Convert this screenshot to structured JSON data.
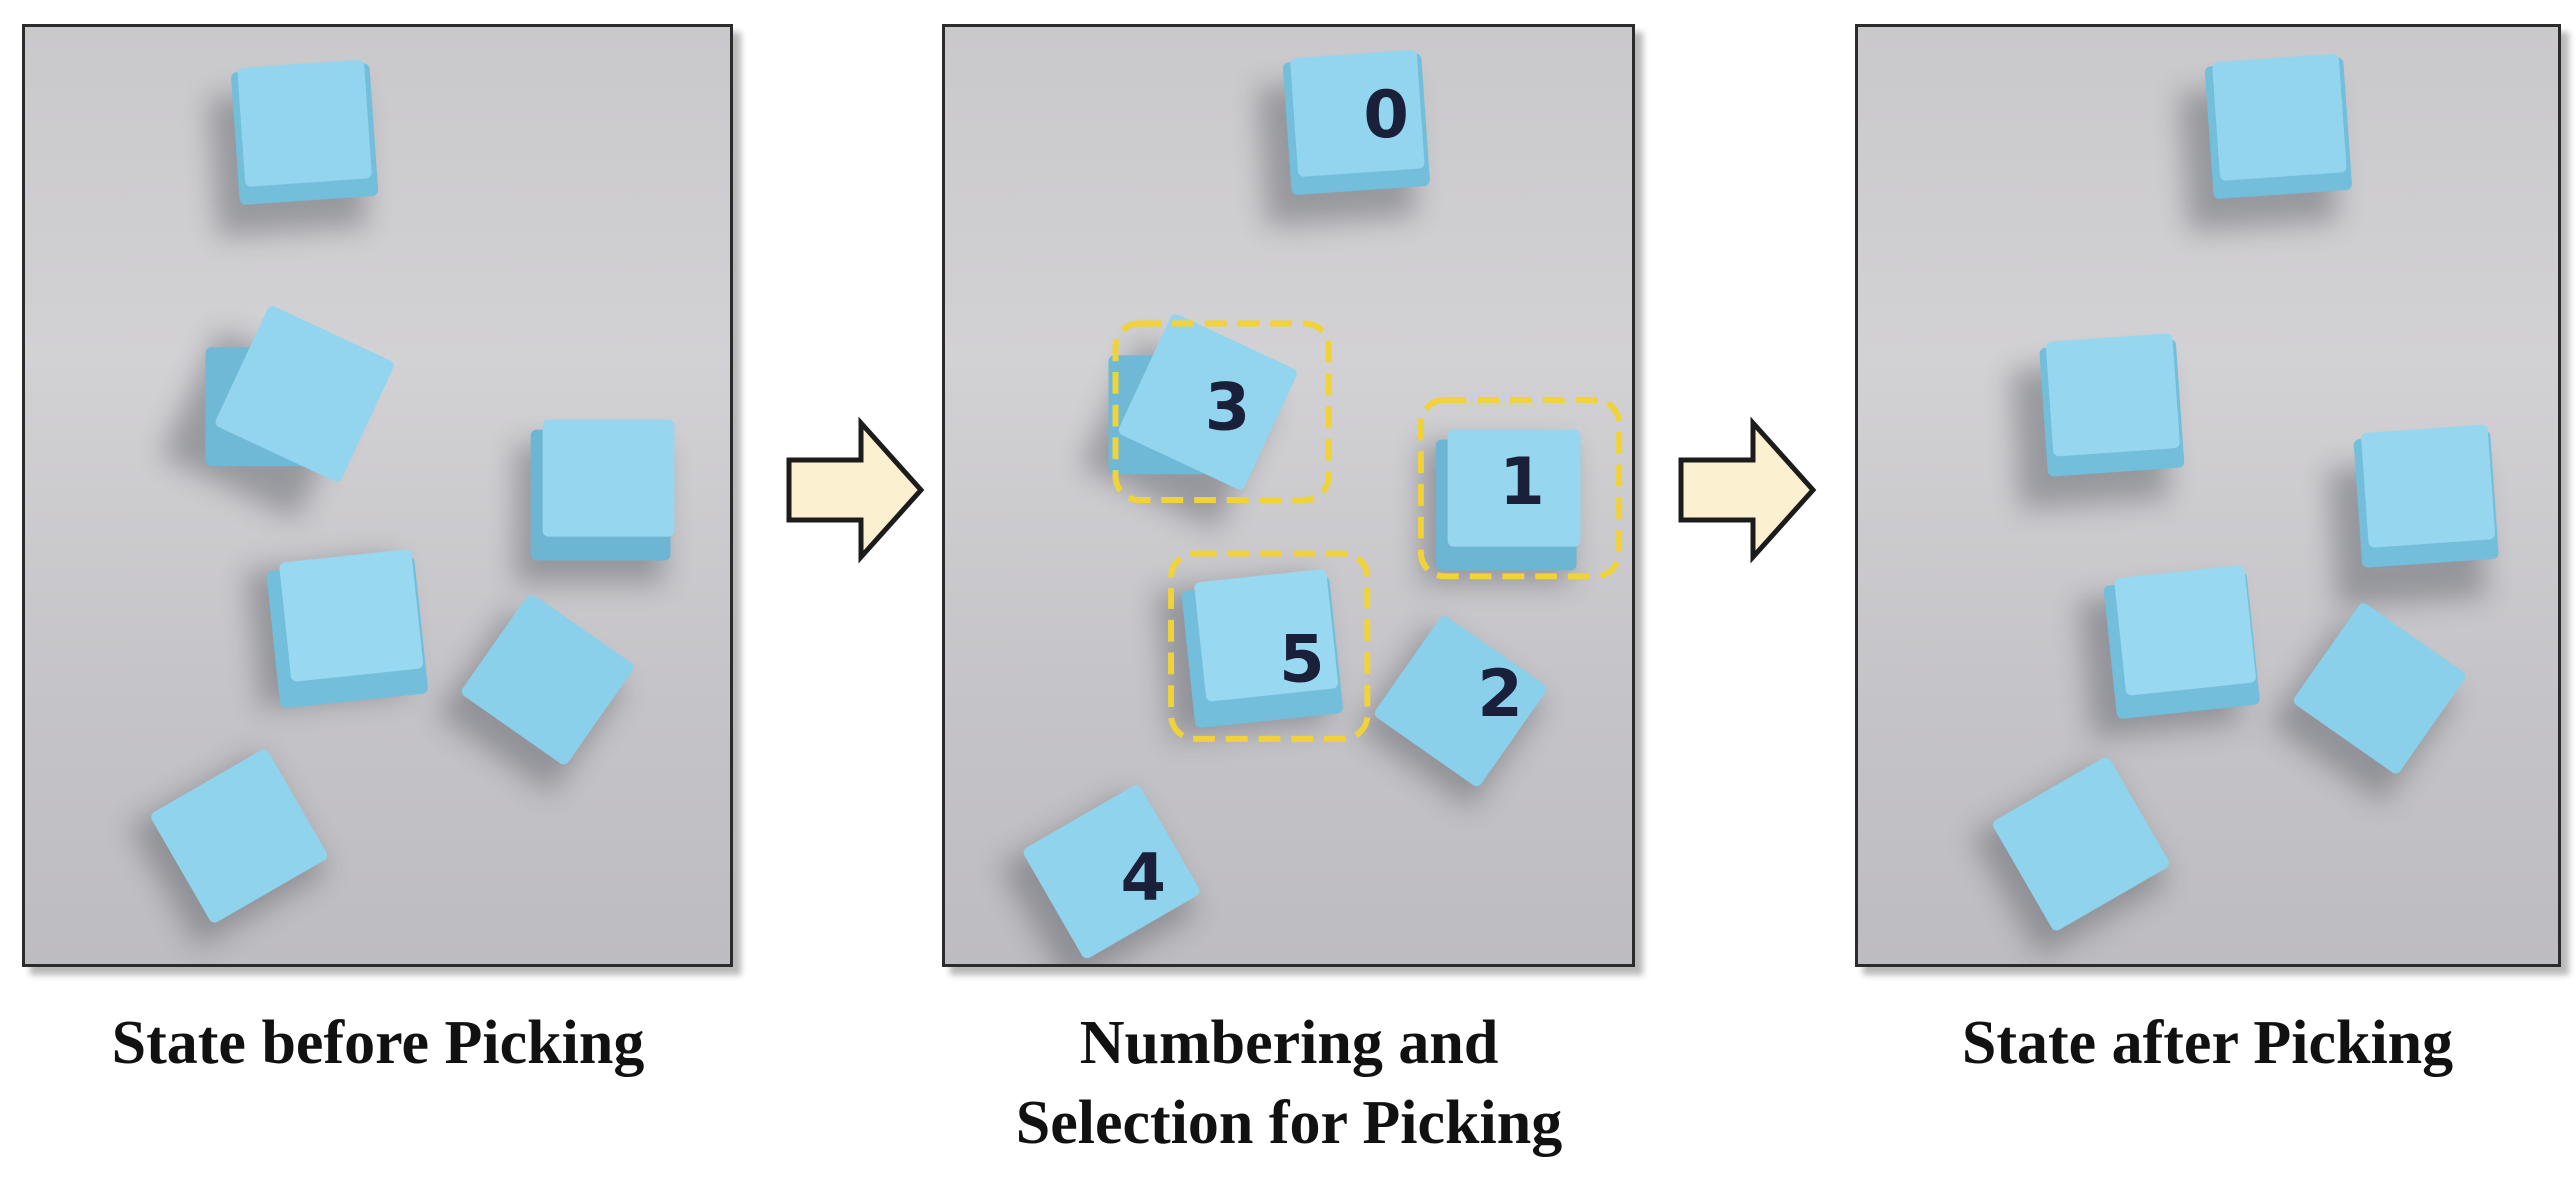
{
  "panels": {
    "before": {
      "caption": "State before Picking"
    },
    "numbering": {
      "caption_line1": "Numbering and",
      "caption_line2": "Selection for Picking",
      "block_numbers": [
        "0",
        "1",
        "2",
        "3",
        "4",
        "5"
      ],
      "selected_blocks": [
        "3",
        "1",
        "5"
      ]
    },
    "after": {
      "caption": "State after Picking"
    }
  },
  "colors": {
    "block": "#8fd3ec",
    "selection_box": "#f0d23a",
    "arrow_fill": "#fbf0cf",
    "number_text": "#1a1f3a"
  }
}
